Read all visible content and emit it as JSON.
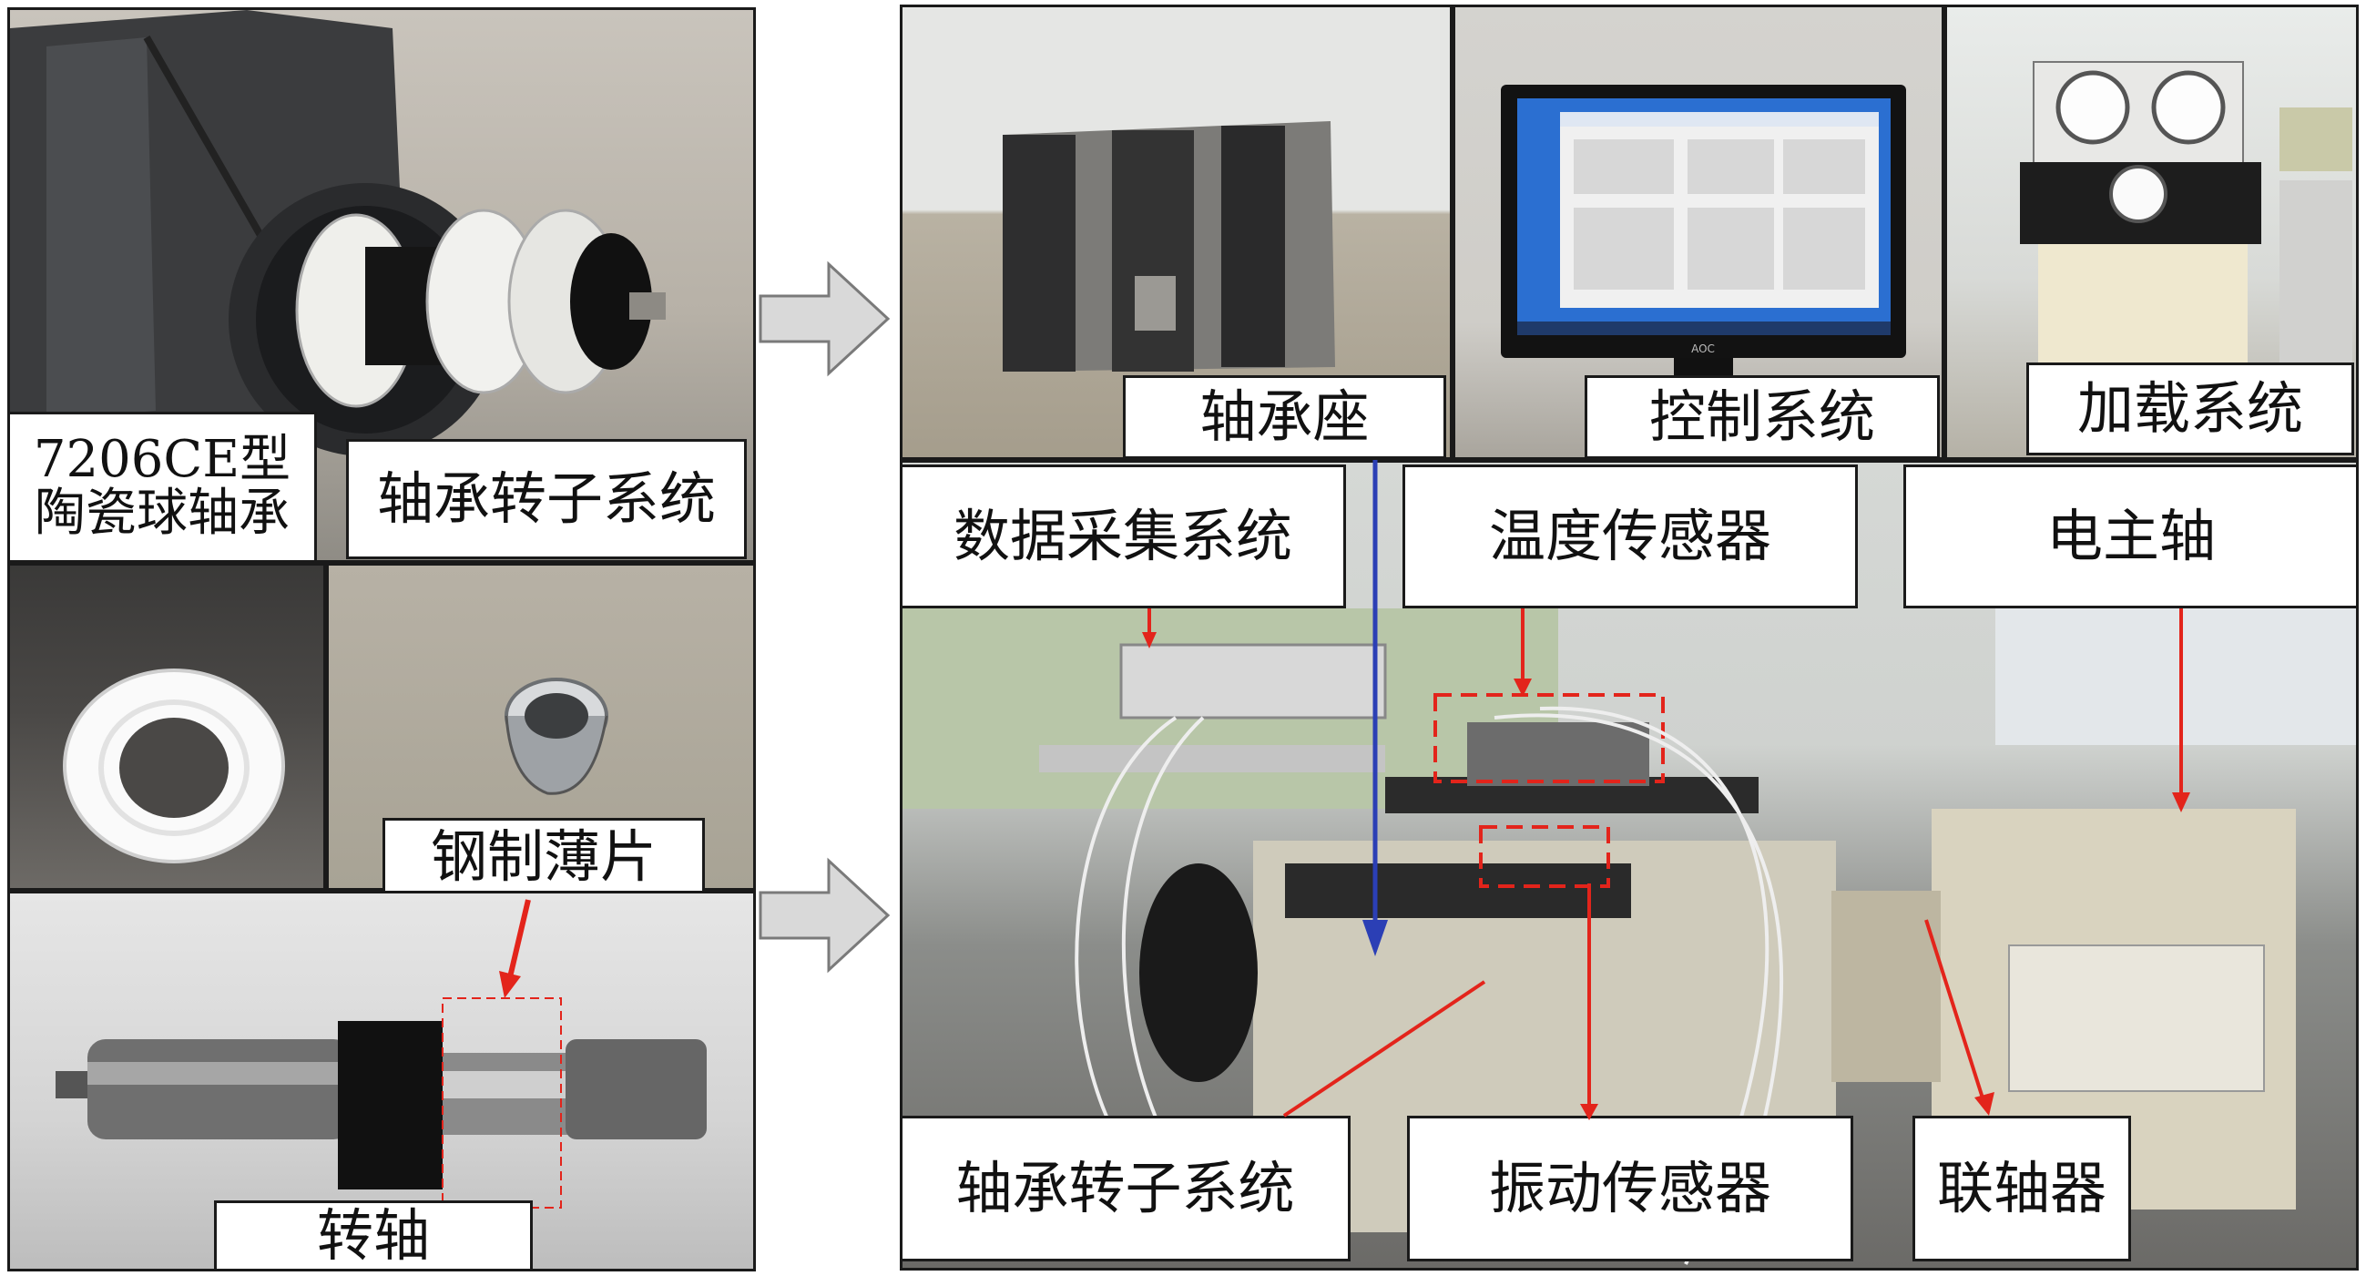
{
  "labels": {
    "bearing_type_line1": "7206CE型",
    "bearing_type_line2": "陶瓷球轴承",
    "rotor_system_top": "轴承转子系统",
    "steel_sheet": "钢制薄片",
    "shaft": "转轴",
    "bearing_seat": "轴承座",
    "control_system": "控制系统",
    "loading_system": "加载系统",
    "data_acquisition": "数据采集系统",
    "temperature_sensor": "温度传感器",
    "spindle": "电主轴",
    "rotor_system_bottom": "轴承转子系统",
    "vibration_sensor": "振动传感器",
    "coupling": "联轴器"
  },
  "monitor_brand": "AOC",
  "colors": {
    "pointer_red": "#e3241b",
    "pointer_blue": "#2b3fb5",
    "arrow_fill": "#d9d9d9",
    "arrow_stroke": "#7a7a7a"
  }
}
